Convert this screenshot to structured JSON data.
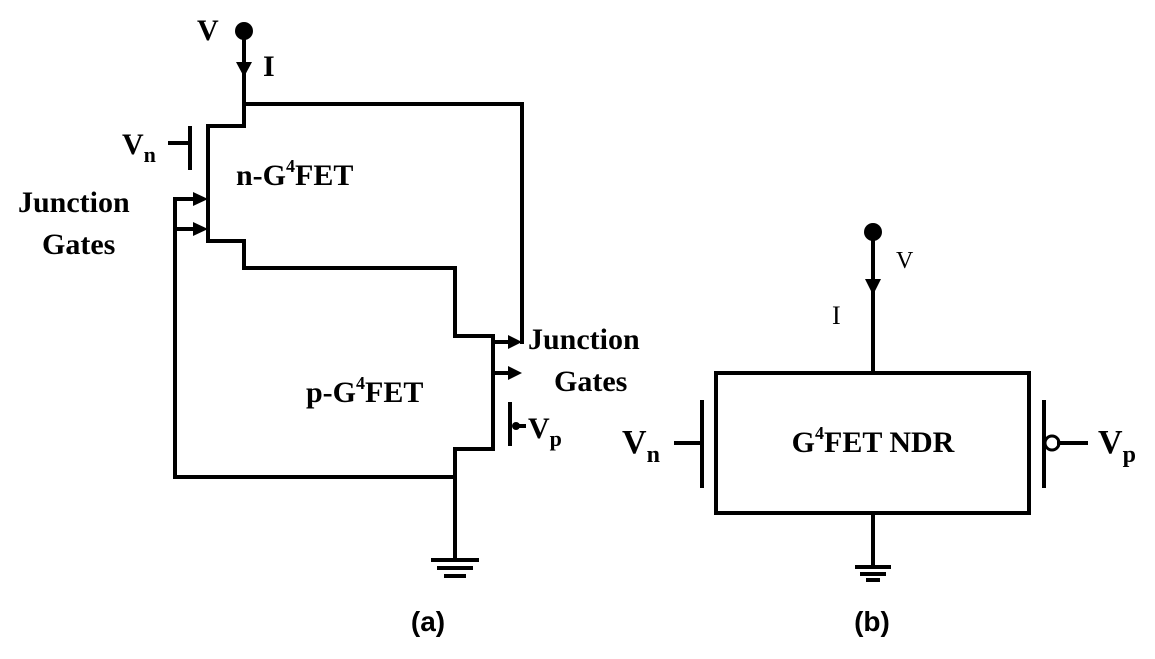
{
  "panel_a": {
    "caption": "(a)",
    "supply_label": "V",
    "current_label": "I",
    "vn_base": "V",
    "vn_sub": "n",
    "vp_base": "V",
    "vp_sub": "p",
    "n_fet_prefix": "n-G",
    "n_fet_sup": "4",
    "n_fet_suffix": "FET",
    "p_fet_prefix": "p-G",
    "p_fet_sup": "4",
    "p_fet_suffix": "FET",
    "left_junction_line1": "Junction",
    "left_junction_line2": "Gates",
    "right_junction_line1": "Junction",
    "right_junction_line2": "Gates"
  },
  "panel_b": {
    "caption": "(b)",
    "supply_label": "V",
    "current_label": "I",
    "vn_base": "V",
    "vn_sub": "n",
    "vp_base": "V",
    "vp_sub": "p",
    "block_prefix": "G",
    "block_sup": "4",
    "block_suffix": "FET NDR"
  }
}
